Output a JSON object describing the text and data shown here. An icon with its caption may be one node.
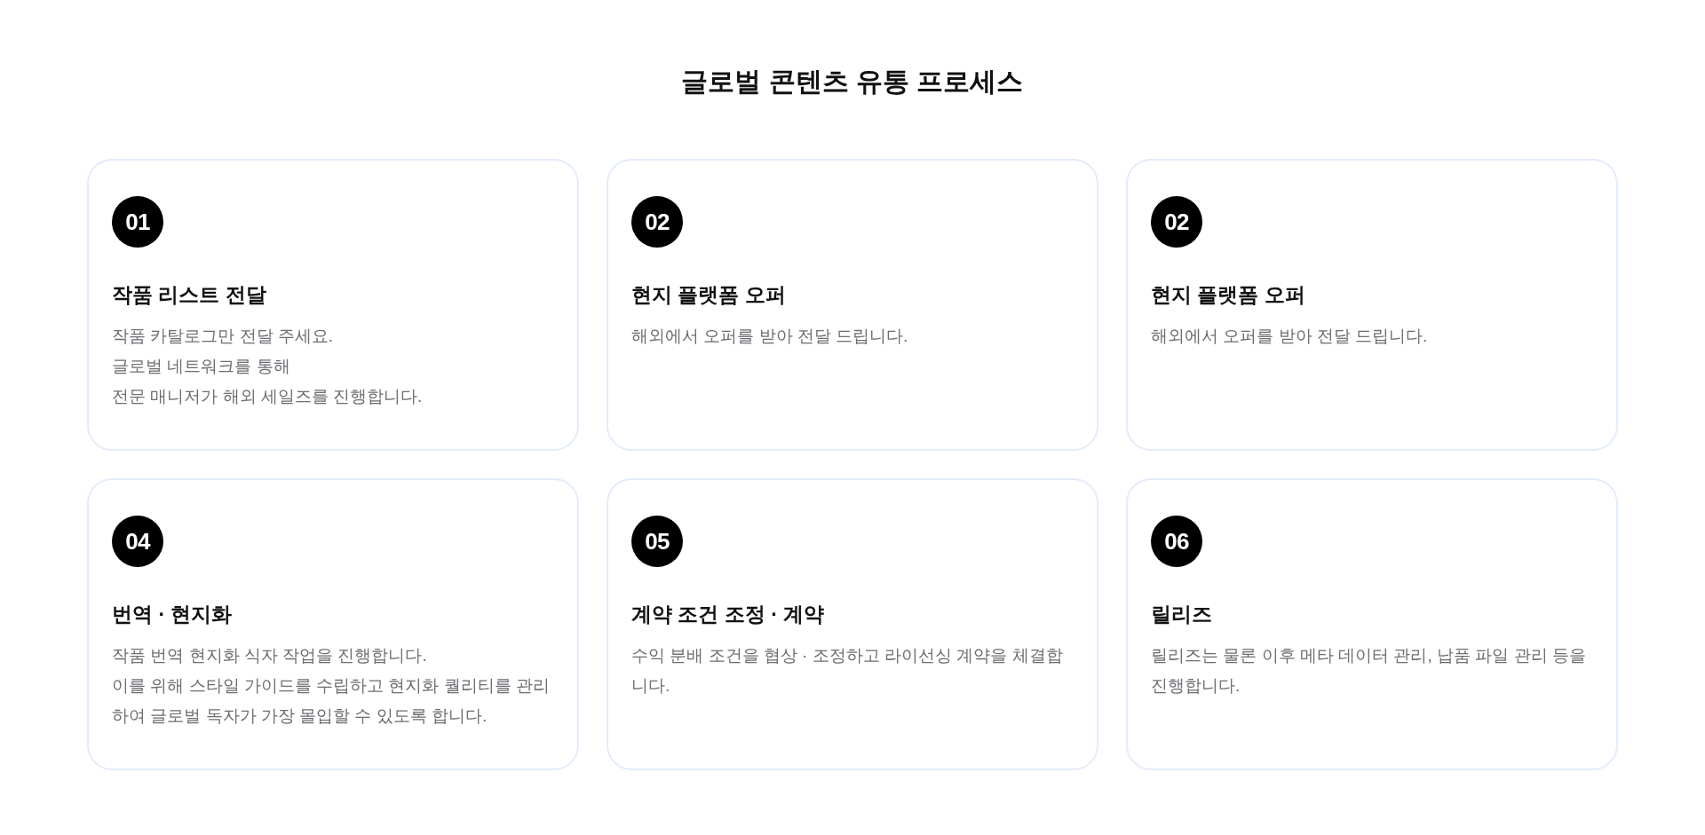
{
  "diagram": {
    "title": "글로벌 콘텐츠 유통 프로세스",
    "nodes": [
      {
        "text": [
          "작품 리스트 전달",
          "작품 카탈로그만 전달 주세요.",
          "글로벌 네트워크를 통해",
          "전문 매니저가 해외 세일즈를 진행합니다."
        ]
      },
      {
        "text": [
          "01"
        ],
        "in": 0
      },
      {
        "text": [
          "현지 플랫폼 오퍼",
          "해외에서 오퍼를 받아 전달 드립니다."
        ]
      },
      {
        "text": [
          "02"
        ],
        "in": 2
      },
      {
        "text": [
          "현지 플랫폼 오퍼",
          "해외에서 오퍼를 받아 전달 드립니다."
        ]
      },
      {
        "text": [
          "02"
        ],
        "in": 4
      },
      {
        "text": [
          "번역 · 현지화",
          "작품 번역 현지화 식자 작업을 진행합니다.",
          "이를 위해 스타일 가이드를 수립하고 현지화 퀄리티를 관리하여 글로벌 독자가 가장 몰입할 수 있도록 합니다."
        ]
      },
      {
        "text": [
          "04"
        ],
        "in": 6
      },
      {
        "text": [
          "계약 조건 조정 · 계약",
          "수익 분배 조건을 협상 · 조정하고 라이선싱 계약을 체결합니다."
        ]
      },
      {
        "text": [
          "05"
        ],
        "in": 8
      },
      {
        "text": [
          "릴리즈",
          "릴리즈는 물론 이후 메타 데이터 관리, 납품 파일 관리 등을 진행합니다."
        ]
      },
      {
        "text": [
          "06"
        ],
        "in": 10
      }
    ]
  }
}
